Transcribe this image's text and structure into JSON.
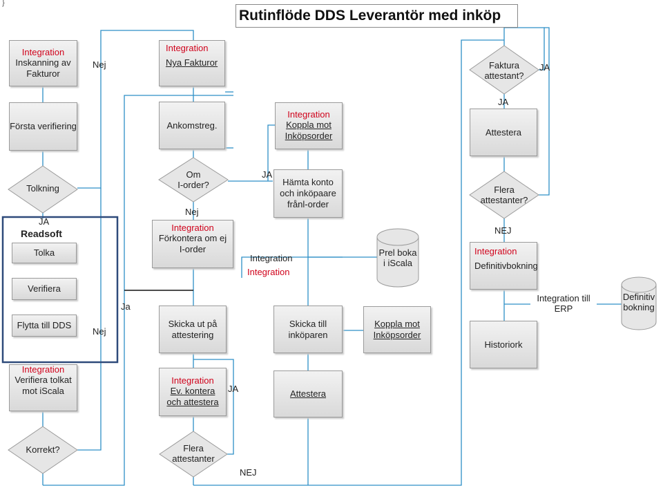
{
  "title": "Rutinflöde DDS Leverantör med inköp",
  "corner_mark": "}",
  "integration": "Integration",
  "readsoft": {
    "title": "Readsoft",
    "tolka": "Tolka",
    "verifiera": "Verifiera",
    "flytta": "Flytta till DDS"
  },
  "col1": {
    "inskanning": [
      "Inskanning av",
      "Fakturor"
    ],
    "forsta": "Första verifiering",
    "tolkning": "Tolkning",
    "verifiera_tolkat": [
      "Verifiera tolkat",
      "mot iScala"
    ],
    "korrekt": "Korrekt?"
  },
  "col2": {
    "nya": "Nya Fakturor",
    "ankomst": "Ankomstreg.",
    "om_iorder": [
      "Om",
      "I-order?"
    ],
    "forkontera": [
      "Förkontera om ej",
      "I-order"
    ],
    "skicka_attest": [
      "Skicka ut på",
      "attestering"
    ],
    "ev_kontera": [
      "Ev. kontera",
      "och attestera"
    ],
    "flera": [
      "Flera",
      "attestanter"
    ]
  },
  "col3": {
    "koppla1": [
      "Koppla mot",
      "Inköpsorder"
    ],
    "hamta": [
      "Hämta konto",
      "och inköpaare",
      "frånl-order"
    ],
    "prel": [
      "Prel boka",
      "i iScala"
    ],
    "skicka_ink": [
      "Skicka till",
      "inköparen"
    ],
    "koppla2": [
      "Koppla mot",
      "Inköpsorder"
    ],
    "attestera": "Attestera"
  },
  "col4": {
    "faktura": [
      "Faktura",
      "attestant?"
    ],
    "attestera": "Attestera",
    "flera": [
      "Flera",
      "attestanter?"
    ],
    "definitiv": "Definitivbokning",
    "historik": "Historiork",
    "erp": [
      "Integration till",
      "ERP"
    ],
    "def_bokning": [
      "Definitiv",
      "bokning"
    ]
  },
  "labels": {
    "nej": "Nej",
    "ja": "Ja",
    "JA": "JA",
    "NEJ": "NEJ"
  },
  "colors": {
    "line": "#2d8fc6",
    "box_border": "#9a9a9a",
    "integration_red": "#d0021b",
    "readsoft_border": "#2e4a7a"
  }
}
